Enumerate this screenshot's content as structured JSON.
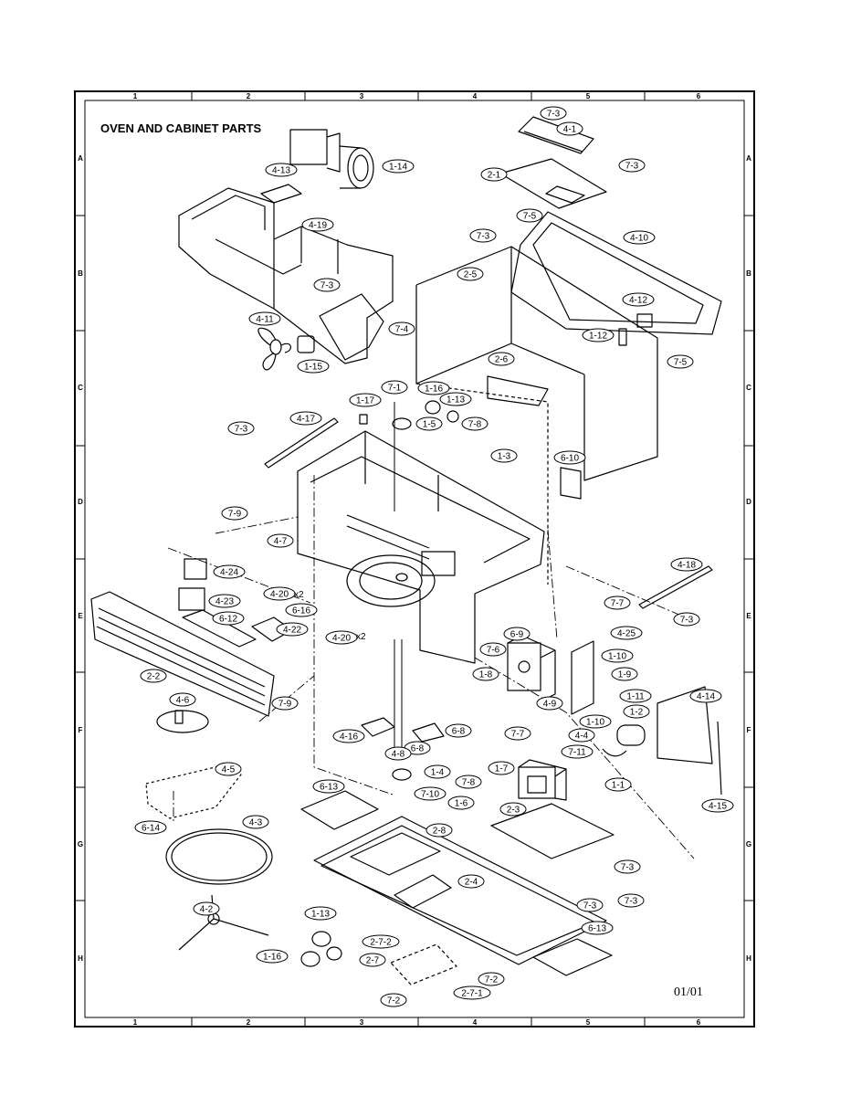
{
  "title": "OVEN AND CABINET PARTS",
  "ref": "01/01",
  "grid": {
    "cols": [
      "1",
      "2",
      "3",
      "4",
      "5",
      "6"
    ],
    "rows": [
      "A",
      "B",
      "C",
      "D",
      "E",
      "F",
      "G",
      "H"
    ]
  },
  "notes": {
    "x2a": "x2",
    "x2b": "x2"
  },
  "callouts": [
    "7-3",
    "4-1",
    "1-14",
    "4-13",
    "7-3",
    "2-1",
    "7-5",
    "4-19",
    "7-3",
    "4-10",
    "2-5",
    "7-3",
    "4-12",
    "4-11",
    "7-4",
    "1-12",
    "1-15",
    "2-6",
    "7-5",
    "1-16",
    "7-1",
    "1-17",
    "1-13",
    "1-5",
    "7-8",
    "4-17",
    "7-3",
    "1-3",
    "6-10",
    "7-9",
    "4-7",
    "4-24",
    "4-20",
    "4-18",
    "4-23",
    "6-16",
    "7-7",
    "7-3",
    "6-12",
    "4-22",
    "4-20",
    "4-25",
    "6-9",
    "7-6",
    "1-10",
    "2-2",
    "7-9",
    "1-8",
    "1-9",
    "4-9",
    "1-11",
    "4-14",
    "4-6",
    "1-10",
    "1-2",
    "7-7",
    "4-16",
    "6-8",
    "4-4",
    "6-8",
    "4-8",
    "7-11",
    "4-5",
    "1-4",
    "1-7",
    "1-1",
    "7-10",
    "4-15",
    "6-13",
    "7-8",
    "1-6",
    "2-3",
    "6-14",
    "4-3",
    "2-8",
    "7-3",
    "2-4",
    "7-3",
    "7-3",
    "4-2",
    "1-13",
    "6-13",
    "2-7-2",
    "1-16",
    "2-7",
    "7-2",
    "2-7-1",
    "7-2"
  ]
}
